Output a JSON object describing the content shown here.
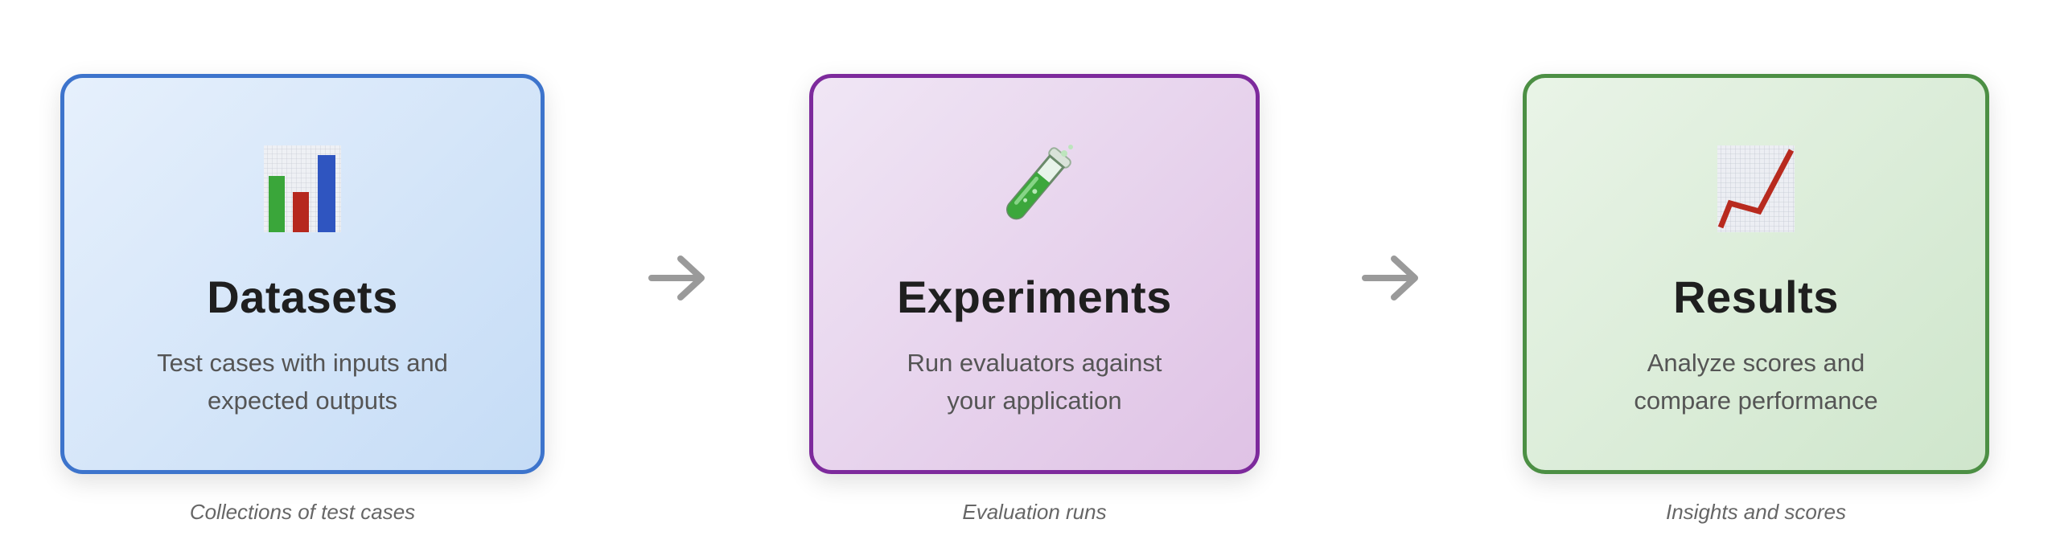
{
  "stages": [
    {
      "title": "Datasets",
      "description_line1": "Test cases with inputs and",
      "description_line2": "expected outputs",
      "caption": "Collections of test cases",
      "icon": "bar-chart-icon",
      "border_color": "#3d74cc"
    },
    {
      "title": "Experiments",
      "description_line1": "Run evaluators against",
      "description_line2": "your application",
      "caption": "Evaluation runs",
      "icon": "test-tube-icon",
      "border_color": "#7d2a9c"
    },
    {
      "title": "Results",
      "description_line1": "Analyze scores and",
      "description_line2": "compare performance",
      "caption": "Insights and scores",
      "icon": "trending-chart-icon",
      "border_color": "#4c8f44"
    }
  ],
  "arrows": [
    "right-arrow-icon",
    "right-arrow-icon"
  ],
  "arrow_color": "#9a9a9a"
}
